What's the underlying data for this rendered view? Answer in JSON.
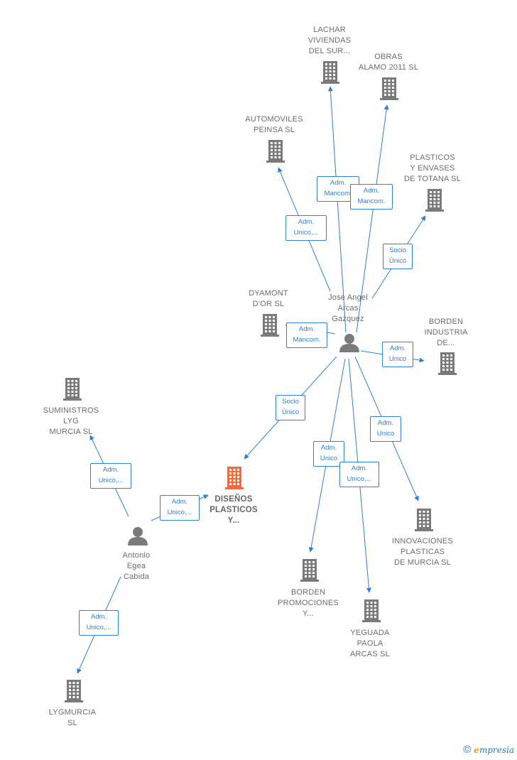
{
  "nodes": {
    "lachar": {
      "type": "company",
      "lines": [
        "LACHAR",
        "VIVIENDAS",
        "DEL SUR..."
      ]
    },
    "obras": {
      "type": "company",
      "lines": [
        "OBRAS",
        "ALAMO 2011 SL"
      ]
    },
    "automoviles": {
      "type": "company",
      "lines": [
        "AUTOMOVILES",
        "PEINSA SL"
      ]
    },
    "plasticos": {
      "type": "company",
      "lines": [
        "PLASTICOS",
        "Y ENVASES",
        "DE TOTANA  SL"
      ]
    },
    "dyamont": {
      "type": "company",
      "lines": [
        "DYAMONT",
        "D'OR SL"
      ]
    },
    "jose": {
      "type": "person",
      "lines": [
        "Jose Angel",
        "Arcas",
        "Gazquez"
      ]
    },
    "borden_ind": {
      "type": "company",
      "lines": [
        "BORDEN",
        "INDUSTRIA",
        "DE..."
      ]
    },
    "suministros": {
      "type": "company",
      "lines": [
        "SUMINISTROS",
        "LYG",
        "MURCIA  SL"
      ]
    },
    "disenos": {
      "type": "focus",
      "lines": [
        "DISEÑOS",
        "PLASTICOS",
        "Y..."
      ]
    },
    "antonio": {
      "type": "person",
      "lines": [
        "Antonio",
        "Egea",
        "Cabida"
      ]
    },
    "innovaciones": {
      "type": "company",
      "lines": [
        "INNOVACIONES",
        "PLASTICAS",
        "DE MURCIA  SL"
      ]
    },
    "borden_prom": {
      "type": "company",
      "lines": [
        "BORDEN",
        "PROMOCIONES",
        "Y..."
      ]
    },
    "yeguada": {
      "type": "company",
      "lines": [
        "YEGUADA",
        "PAOLA",
        "ARCAS  SL"
      ]
    },
    "lygmurcia": {
      "type": "company",
      "lines": [
        "LYGMURCIA",
        "SL"
      ]
    }
  },
  "edges": [
    {
      "from": "jose",
      "to": "lachar",
      "lines": [
        "Adm.",
        "Mancom."
      ]
    },
    {
      "from": "jose",
      "to": "obras",
      "lines": [
        "Adm.",
        "Mancom."
      ]
    },
    {
      "from": "jose",
      "to": "automoviles",
      "lines": [
        "Adm.",
        "Unico,..."
      ]
    },
    {
      "from": "jose",
      "to": "plasticos",
      "lines": [
        "Socio",
        "Único"
      ]
    },
    {
      "from": "jose",
      "to": "dyamont",
      "lines": [
        "Adm.",
        "Mancom."
      ]
    },
    {
      "from": "jose",
      "to": "borden_ind",
      "lines": [
        "Adm.",
        "Unico"
      ]
    },
    {
      "from": "jose",
      "to": "disenos",
      "lines": [
        "Socio",
        "Único"
      ]
    },
    {
      "from": "jose",
      "to": "innovaciones",
      "lines": [
        "Adm.",
        "Unico"
      ]
    },
    {
      "from": "jose",
      "to": "borden_prom",
      "lines": [
        "Adm.",
        "Unico"
      ]
    },
    {
      "from": "jose",
      "to": "yeguada",
      "lines": [
        "Adm.",
        "Unico,..."
      ]
    },
    {
      "from": "antonio",
      "to": "suministros",
      "lines": [
        "Adm.",
        "Unico,..."
      ]
    },
    {
      "from": "antonio",
      "to": "disenos",
      "lines": [
        "Adm.",
        "Unico,..."
      ]
    },
    {
      "from": "antonio",
      "to": "lygmurcia",
      "lines": [
        "Adm.",
        "Unico,..."
      ]
    }
  ],
  "colors": {
    "edge": "#2f7fd6",
    "company": "#7a7a7a",
    "focus": "#f26a3d",
    "person": "#7a7a7a"
  },
  "footer": {
    "copyright": "©",
    "brand_initial": "e",
    "brand_rest": "mpresia"
  }
}
